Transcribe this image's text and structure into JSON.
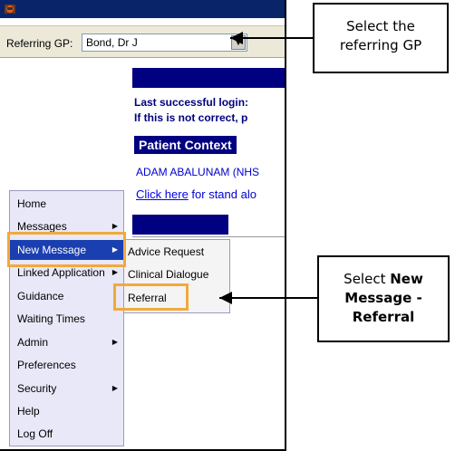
{
  "referring_gp": {
    "label": "Referring GP:",
    "value": "Bond, Dr J"
  },
  "content": {
    "login_line1": "Last successful login:",
    "login_line2": "If this is not correct, p",
    "patient_context": "Patient Context",
    "patient_name": "ADAM ABALUNAM (NHS",
    "click_here": "Click here",
    "click_rest": " for stand alo"
  },
  "menu": {
    "items": [
      {
        "label": "Home"
      },
      {
        "label": "Messages"
      },
      {
        "label": "New Message"
      },
      {
        "label": "Linked Application"
      },
      {
        "label": "Guidance"
      },
      {
        "label": "Waiting Times"
      },
      {
        "label": "Admin"
      },
      {
        "label": "Preferences"
      },
      {
        "label": "Security"
      },
      {
        "label": "Help"
      },
      {
        "label": "Log Off"
      }
    ]
  },
  "submenu": {
    "items": [
      {
        "label": "Advice Request"
      },
      {
        "label": "Clinical Dialogue"
      },
      {
        "label": "Referral"
      }
    ]
  },
  "callouts": {
    "gp_line1": "Select the",
    "gp_line2": "referring GP",
    "new_line1_plain": "Select ",
    "new_line1_bold": "New",
    "new_line2": "Message -",
    "new_line3": "Referral"
  },
  "colors": {
    "highlight": "#f2a93b",
    "menu_active": "#1a3fb0",
    "nav_band": "#000080"
  }
}
